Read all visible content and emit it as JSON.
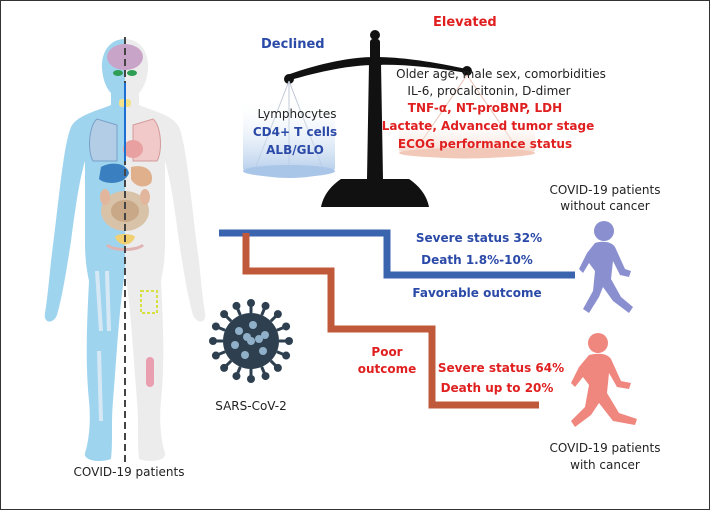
{
  "scale": {
    "declined_header": "Declined",
    "elevated_header": "Elevated",
    "declined_items": [
      "Lymphocytes",
      "CD4+ T cells",
      "ALB/GLO"
    ],
    "elevated_items": [
      "Older age, male sex, comorbidities",
      "IL-6, procalcitonin, D-dimer",
      "TNF-α, NT-proBNP, LDH",
      "Lactate, Advanced tumor stage",
      "ECOG performance status"
    ]
  },
  "without_cancer": {
    "label_line1": "COVID-19 patients",
    "label_line2": "without cancer",
    "severe": "Severe status 32%",
    "death": "Death 1.8%-10%",
    "outcome": "Favorable outcome"
  },
  "with_cancer": {
    "label_line1": "COVID-19 patients",
    "label_line2": "with cancer",
    "severe": "Severe status 64%",
    "death": "Death up to 20%",
    "outcome_line1": "Poor",
    "outcome_line2": "outcome"
  },
  "virus_label": "SARS-CoV-2",
  "patients_label": "COVID-19 patients",
  "colors": {
    "declined": "#2b4aa8",
    "elevated": "#e02020",
    "favorable_path": "#3a64ad",
    "poor_path": "#c0583a",
    "body": "#9fd4ef",
    "virus": "#2e4050",
    "child_without_cancer": "#8a90cf",
    "child_with_cancer": "#f0877f"
  }
}
